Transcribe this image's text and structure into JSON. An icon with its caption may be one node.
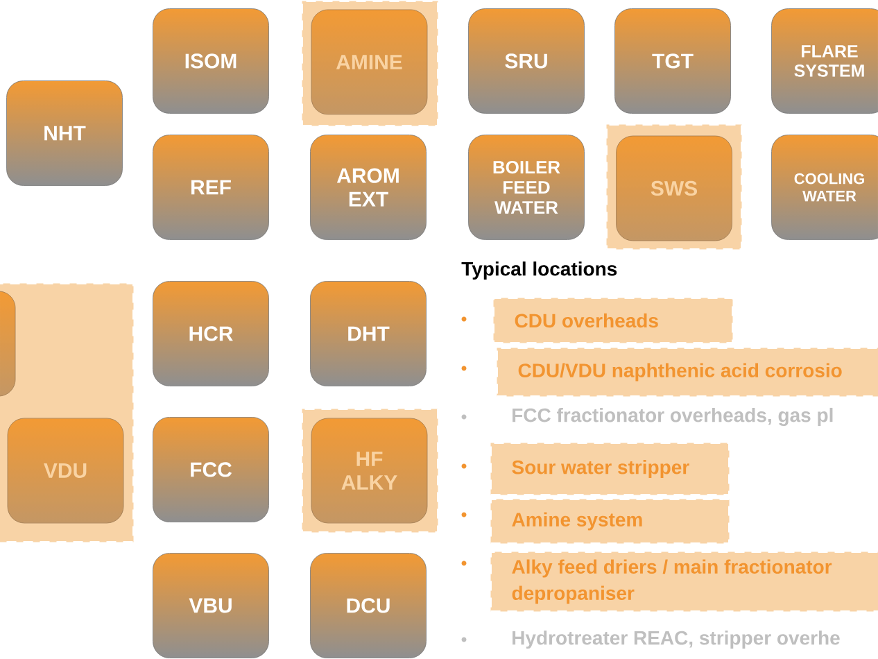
{
  "diagram": {
    "nodes": [
      {
        "text": [
          "NHT"
        ]
      },
      {
        "text": [
          "ISOM"
        ]
      },
      {
        "text": [],
        "shape": "box"
      },
      {
        "text": [
          "AMINE"
        ],
        "in": 2
      },
      {
        "text": [
          "SRU"
        ]
      },
      {
        "text": [
          "TGT"
        ]
      },
      {
        "text": [
          "FLARE SYSTEM"
        ]
      },
      {
        "text": [
          "REF"
        ]
      },
      {
        "text": [
          "AROM EXT"
        ]
      },
      {
        "text": [
          "BOILER FEED WATER"
        ]
      },
      {
        "text": [],
        "shape": "box"
      },
      {
        "text": [
          "SWS"
        ],
        "in": 10
      },
      {
        "text": [
          "COOLING WATER"
        ]
      },
      {
        "text": [],
        "shape": "box"
      },
      {
        "text": [],
        "shape": "box",
        "in": 13
      },
      {
        "text": [
          "HCR"
        ]
      },
      {
        "text": [
          "DHT"
        ]
      },
      {
        "text": [
          "VDU"
        ],
        "in": 13
      },
      {
        "text": [
          "FCC"
        ]
      },
      {
        "text": [],
        "shape": "box"
      },
      {
        "text": [
          "HF ALKY"
        ],
        "in": 19
      },
      {
        "text": [
          "VBU"
        ]
      },
      {
        "text": [
          "DCU"
        ]
      },
      {
        "text": [
          "CDU overheads"
        ]
      },
      {
        "text": [
          "CDU/VDU naphthenic acid corrosio"
        ]
      },
      {
        "text": [
          "Sour water stripper"
        ]
      },
      {
        "text": [
          "Amine system"
        ]
      },
      {
        "text": [
          "Alky feed driers / main fractionator depropaniser"
        ]
      }
    ],
    "labels": [
      "Typical locations",
      "FCC fractionator overheads, gas pl",
      "Hydrotreater REAC, stripper overhe"
    ]
  }
}
